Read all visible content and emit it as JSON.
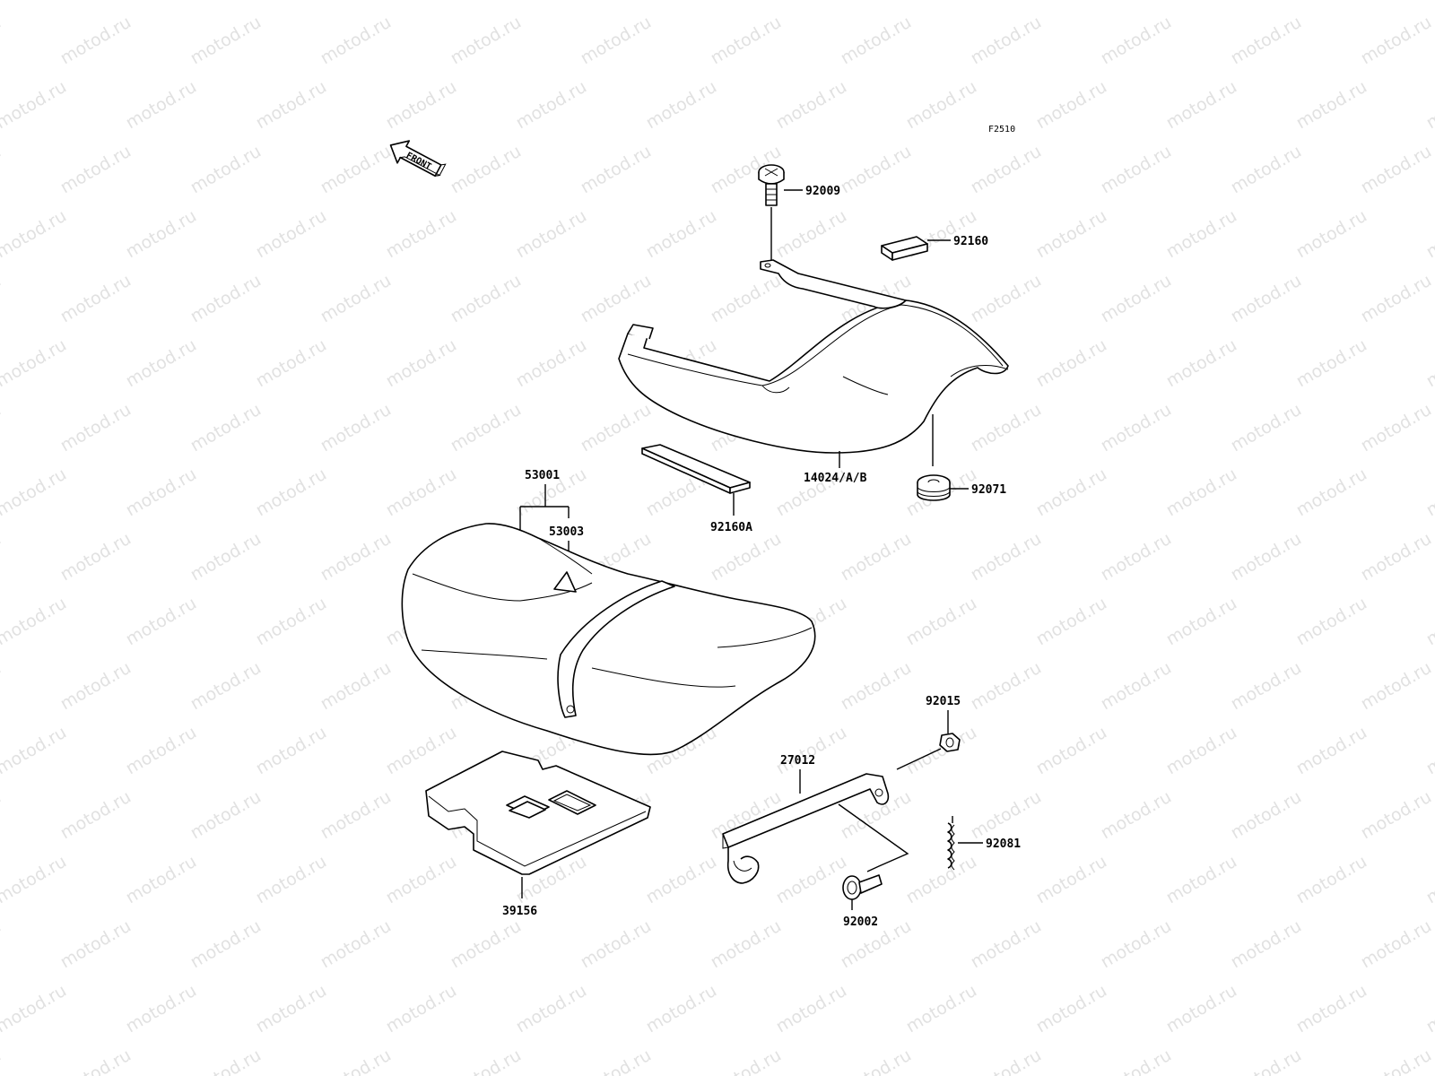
{
  "diagram": {
    "figure_code": "F2510",
    "watermark": "motod.ru",
    "front_arrow_label": "FRONT",
    "labels": {
      "screw_92009": "92009",
      "pad_92160": "92160",
      "seat_cowl": "14024/A/B",
      "damper_92071": "92071",
      "pad_92160A": "92160A",
      "seat_assy": "53001",
      "seat_cover": "53003",
      "tray_39156": "39156",
      "bracket_27012": "27012",
      "nut_92015": "92015",
      "bolt_92002": "92002",
      "spring_92081": "92081"
    }
  }
}
